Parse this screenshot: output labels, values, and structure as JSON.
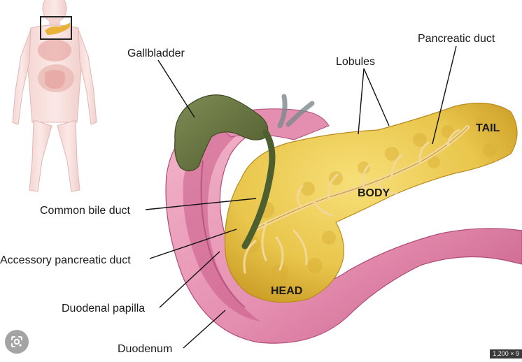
{
  "labels": {
    "gallbladder": "Gallbladder",
    "lobules": "Lobules",
    "pancreatic_duct": "Pancreatic duct",
    "common_bile_duct": "Common bile duct",
    "accessory_pancreatic_duct": "Accessory pancreatic duct",
    "duodenal_papilla": "Duodenal papilla",
    "duodenum": "Duodenum"
  },
  "regions": {
    "tail": "TAIL",
    "body": "BODY",
    "head": "HEAD"
  },
  "image_size_badge": "1,200 × 9",
  "icons": {
    "lens": "google-lens-icon"
  },
  "colors": {
    "pancreas": "#e9c64c",
    "pancreas_dark": "#c99a22",
    "duodenum": "#e58fb0",
    "duodenum_inner": "#c85a86",
    "gallbladder": "#5f6e3c",
    "bile_duct": "#4d5f2e",
    "ducts": "#f2d898"
  }
}
